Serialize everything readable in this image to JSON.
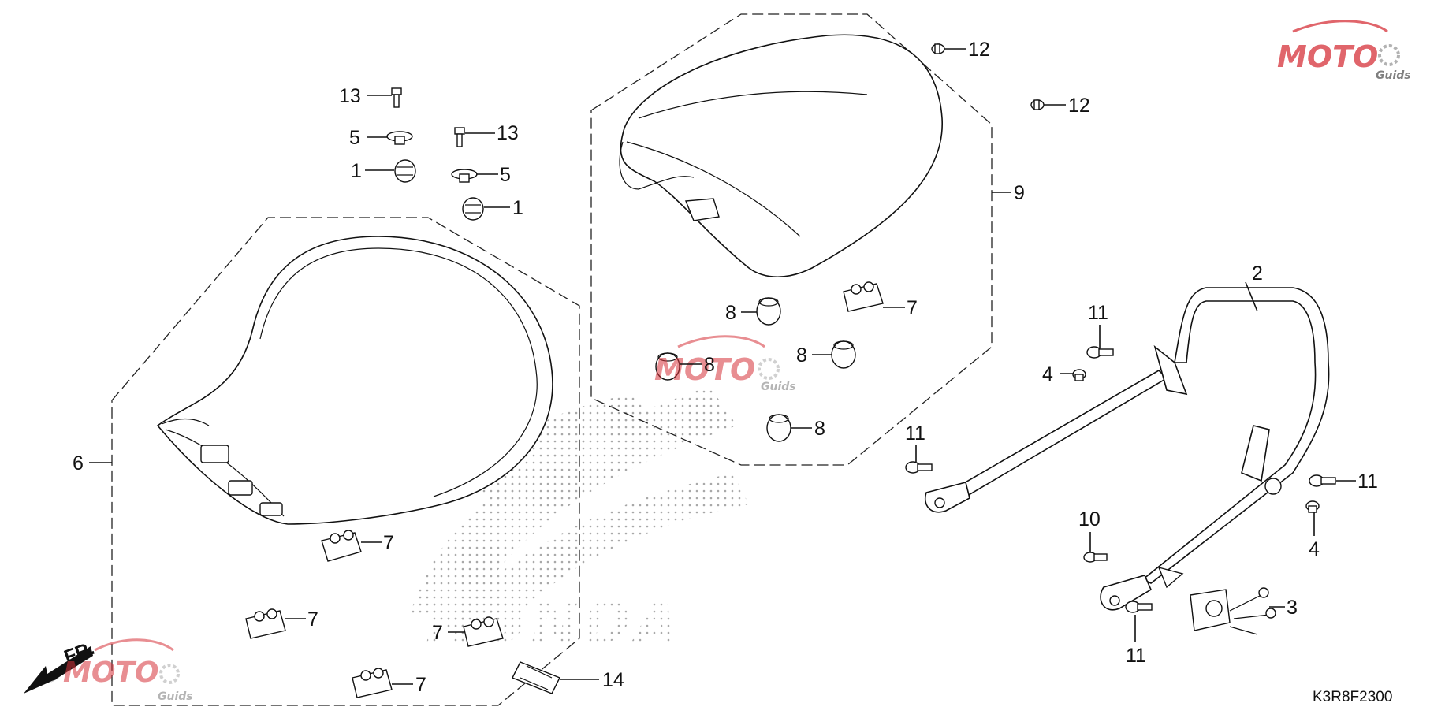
{
  "diagram_code": "K3R8F2300",
  "direction_label": "FR.",
  "background_logo": "HONDA",
  "watermark": {
    "name": "MOTO",
    "sub": "Guids",
    "color": "#d6323a",
    "icon": "gear-icon"
  },
  "labels": {
    "p1a": "1",
    "p1b": "1",
    "p2": "2",
    "p3": "3",
    "p4a": "4",
    "p4b": "4",
    "p5a": "5",
    "p5b": "5",
    "p6": "6",
    "p7a": "7",
    "p7b": "7",
    "p7c": "7",
    "p7d": "7",
    "p7e": "7",
    "p8a": "8",
    "p8b": "8",
    "p8c": "8",
    "p8d": "8",
    "p9": "9",
    "p10": "10",
    "p11a": "11",
    "p11b": "11",
    "p11c": "11",
    "p11d": "11",
    "p12a": "12",
    "p12b": "12",
    "p13a": "13",
    "p13b": "13",
    "p14": "14"
  }
}
